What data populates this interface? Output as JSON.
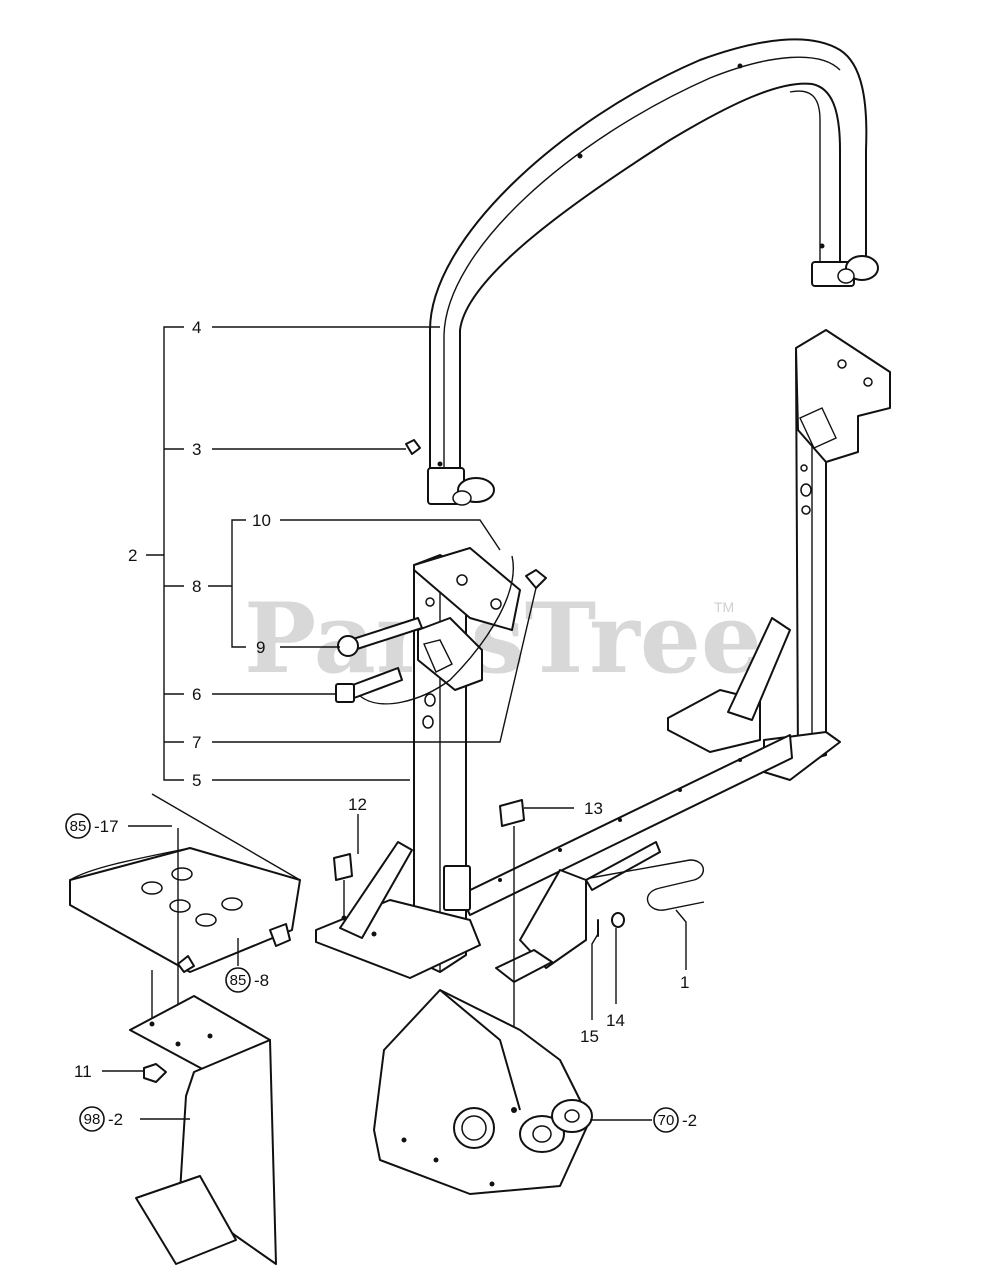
{
  "watermark": {
    "text": "PartsTree",
    "tm": "TM"
  },
  "callouts": {
    "c1": "1",
    "c2": "2",
    "c3": "3",
    "c4": "4",
    "c5": "5",
    "c6": "6",
    "c7": "7",
    "c8": "8",
    "c9": "9",
    "c10": "10",
    "c11": "11",
    "c12": "12",
    "c13": "13",
    "c14": "14",
    "c15": "15"
  },
  "refs": {
    "r85_17": {
      "circle": "85",
      "suffix": "-17"
    },
    "r85_8": {
      "circle": "85",
      "suffix": "-8"
    },
    "r98_2": {
      "circle": "98",
      "suffix": "-2"
    },
    "r70_2": {
      "circle": "70",
      "suffix": "-2"
    }
  }
}
